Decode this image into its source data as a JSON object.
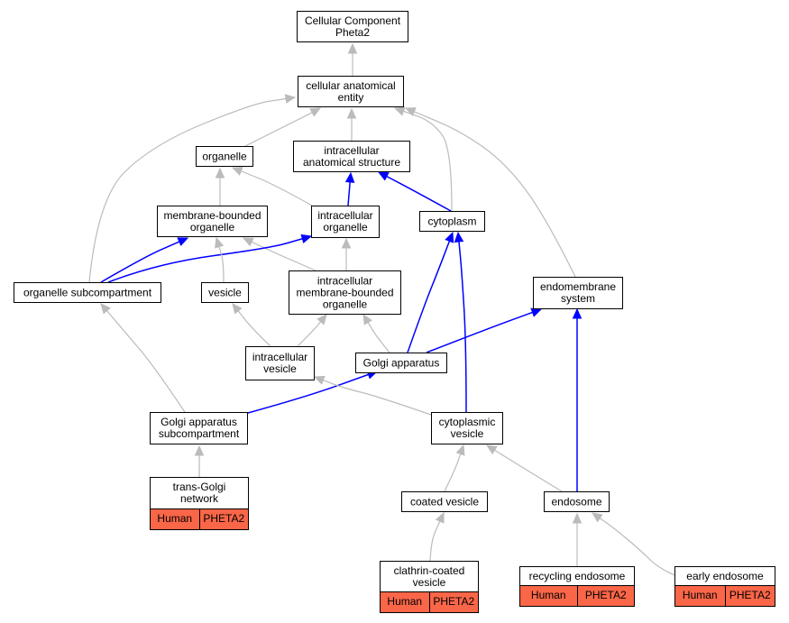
{
  "colors": {
    "is_a_edge": "#bbbbbb",
    "part_of_edge": "#0000ff",
    "annotation_fill": "#f96648",
    "node_border": "#000000"
  },
  "nodes": {
    "cc": {
      "lines": [
        "Cellular Component",
        "Pheta2"
      ]
    },
    "cae": {
      "lines": [
        "cellular anatomical",
        "entity"
      ]
    },
    "org": {
      "lines": [
        "organelle"
      ]
    },
    "ias": {
      "lines": [
        "intracellular",
        "anatomical structure"
      ]
    },
    "mbo": {
      "lines": [
        "membrane-bounded",
        "organelle"
      ]
    },
    "io": {
      "lines": [
        "intracellular",
        "organelle"
      ]
    },
    "cyto": {
      "lines": [
        "cytoplasm"
      ]
    },
    "osc": {
      "lines": [
        "organelle subcompartment"
      ]
    },
    "ves": {
      "lines": [
        "vesicle"
      ]
    },
    "imbo": {
      "lines": [
        "intracellular",
        "membrane-bounded",
        "organelle"
      ]
    },
    "ems": {
      "lines": [
        "endomembrane",
        "system"
      ]
    },
    "iv": {
      "lines": [
        "intracellular",
        "vesicle"
      ]
    },
    "golgi": {
      "lines": [
        "Golgi apparatus"
      ]
    },
    "gasc": {
      "lines": [
        "Golgi apparatus",
        "subcompartment"
      ]
    },
    "cv": {
      "lines": [
        "cytoplasmic",
        "vesicle"
      ]
    },
    "tgn": {
      "lines": [
        "trans-Golgi",
        "network"
      ],
      "tags": [
        "Human",
        "PHETA2"
      ]
    },
    "coatv": {
      "lines": [
        "coated vesicle"
      ]
    },
    "endo": {
      "lines": [
        "endosome"
      ]
    },
    "ccv": {
      "lines": [
        "clathrin-coated",
        "vesicle"
      ],
      "tags": [
        "Human",
        "PHETA2"
      ]
    },
    "recendo": {
      "lines": [
        "recycling endosome"
      ],
      "tags": [
        "Human",
        "PHETA2"
      ]
    },
    "earlyendo": {
      "lines": [
        "early endosome"
      ],
      "tags": [
        "Human",
        "PHETA2"
      ]
    }
  },
  "edges": [
    {
      "from": "cae",
      "to": "cc",
      "kind": "is_a"
    },
    {
      "from": "org",
      "to": "cae",
      "kind": "is_a"
    },
    {
      "from": "ias",
      "to": "cae",
      "kind": "is_a"
    },
    {
      "from": "cyto",
      "to": "cae",
      "kind": "is_a"
    },
    {
      "from": "osc",
      "to": "cae",
      "kind": "is_a"
    },
    {
      "from": "ems",
      "to": "cae",
      "kind": "is_a"
    },
    {
      "from": "mbo",
      "to": "org",
      "kind": "is_a"
    },
    {
      "from": "io",
      "to": "org",
      "kind": "is_a"
    },
    {
      "from": "io",
      "to": "ias",
      "kind": "part_of"
    },
    {
      "from": "cyto",
      "to": "ias",
      "kind": "part_of"
    },
    {
      "from": "imbo",
      "to": "mbo",
      "kind": "is_a"
    },
    {
      "from": "imbo",
      "to": "io",
      "kind": "is_a"
    },
    {
      "from": "osc",
      "to": "mbo",
      "kind": "part_of"
    },
    {
      "from": "osc",
      "to": "io",
      "kind": "part_of"
    },
    {
      "from": "ves",
      "to": "mbo",
      "kind": "is_a"
    },
    {
      "from": "iv",
      "to": "ves",
      "kind": "is_a"
    },
    {
      "from": "iv",
      "to": "imbo",
      "kind": "is_a"
    },
    {
      "from": "golgi",
      "to": "imbo",
      "kind": "is_a"
    },
    {
      "from": "golgi",
      "to": "cyto",
      "kind": "part_of"
    },
    {
      "from": "golgi",
      "to": "ems",
      "kind": "part_of"
    },
    {
      "from": "gasc",
      "to": "osc",
      "kind": "is_a"
    },
    {
      "from": "gasc",
      "to": "golgi",
      "kind": "part_of"
    },
    {
      "from": "cv",
      "to": "iv",
      "kind": "is_a"
    },
    {
      "from": "cv",
      "to": "cyto",
      "kind": "part_of"
    },
    {
      "from": "tgn",
      "to": "gasc",
      "kind": "is_a"
    },
    {
      "from": "coatv",
      "to": "cv",
      "kind": "is_a"
    },
    {
      "from": "endo",
      "to": "cv",
      "kind": "is_a"
    },
    {
      "from": "endo",
      "to": "ems",
      "kind": "part_of"
    },
    {
      "from": "ccv",
      "to": "coatv",
      "kind": "is_a"
    },
    {
      "from": "recendo",
      "to": "endo",
      "kind": "is_a"
    },
    {
      "from": "earlyendo",
      "to": "endo",
      "kind": "is_a"
    }
  ]
}
